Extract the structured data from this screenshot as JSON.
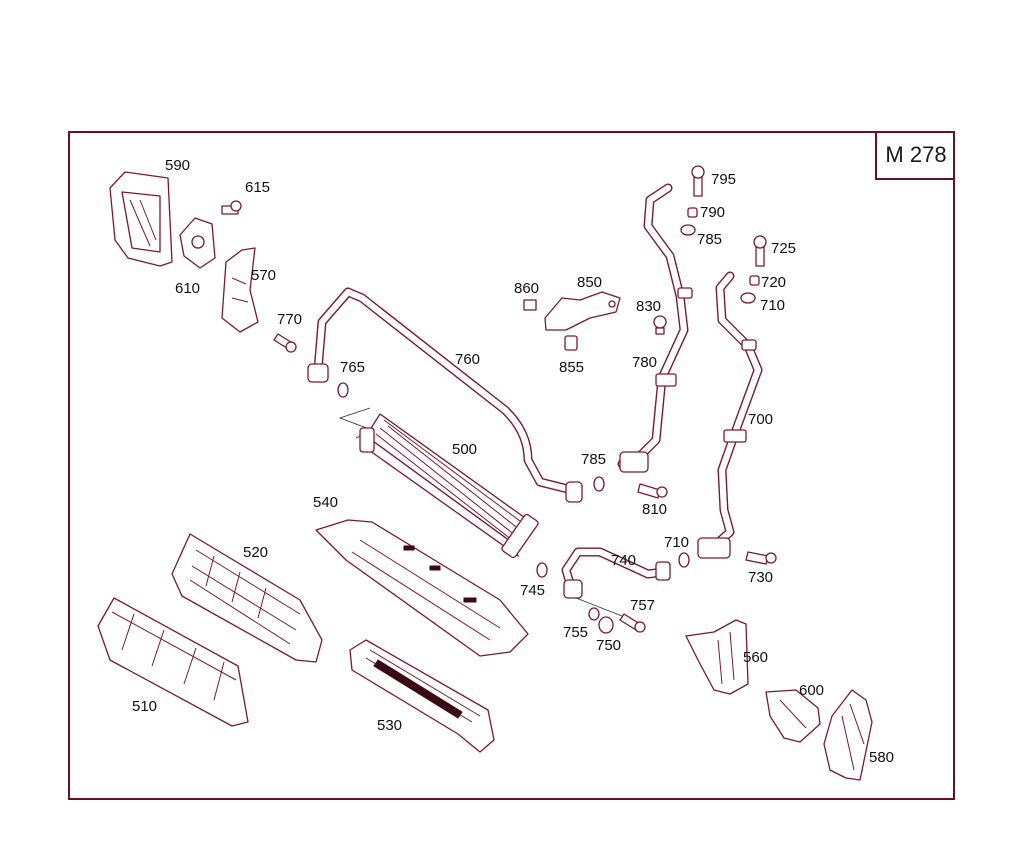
{
  "model_label": "M 278",
  "colors": {
    "frame": "#6b1020",
    "line_art": "#7a1a2c",
    "text": "#111111"
  },
  "labels": [
    {
      "id": "590",
      "text": "590"
    },
    {
      "id": "615",
      "text": "615"
    },
    {
      "id": "610",
      "text": "610"
    },
    {
      "id": "570",
      "text": "570"
    },
    {
      "id": "770",
      "text": "770"
    },
    {
      "id": "765",
      "text": "765"
    },
    {
      "id": "760",
      "text": "760"
    },
    {
      "id": "860",
      "text": "860"
    },
    {
      "id": "850",
      "text": "850"
    },
    {
      "id": "855",
      "text": "855"
    },
    {
      "id": "830",
      "text": "830"
    },
    {
      "id": "780",
      "text": "780"
    },
    {
      "id": "795",
      "text": "795"
    },
    {
      "id": "790",
      "text": "790"
    },
    {
      "id": "785a",
      "text": "785"
    },
    {
      "id": "725",
      "text": "725"
    },
    {
      "id": "720",
      "text": "720"
    },
    {
      "id": "710a",
      "text": "710"
    },
    {
      "id": "700",
      "text": "700"
    },
    {
      "id": "500",
      "text": "500"
    },
    {
      "id": "785b",
      "text": "785"
    },
    {
      "id": "810",
      "text": "810"
    },
    {
      "id": "540",
      "text": "540"
    },
    {
      "id": "520",
      "text": "520"
    },
    {
      "id": "740",
      "text": "740"
    },
    {
      "id": "710b",
      "text": "710"
    },
    {
      "id": "730",
      "text": "730"
    },
    {
      "id": "745",
      "text": "745"
    },
    {
      "id": "757",
      "text": "757"
    },
    {
      "id": "755",
      "text": "755"
    },
    {
      "id": "750",
      "text": "750"
    },
    {
      "id": "560",
      "text": "560"
    },
    {
      "id": "600",
      "text": "600"
    },
    {
      "id": "510",
      "text": "510"
    },
    {
      "id": "530",
      "text": "530"
    },
    {
      "id": "580",
      "text": "580"
    }
  ]
}
